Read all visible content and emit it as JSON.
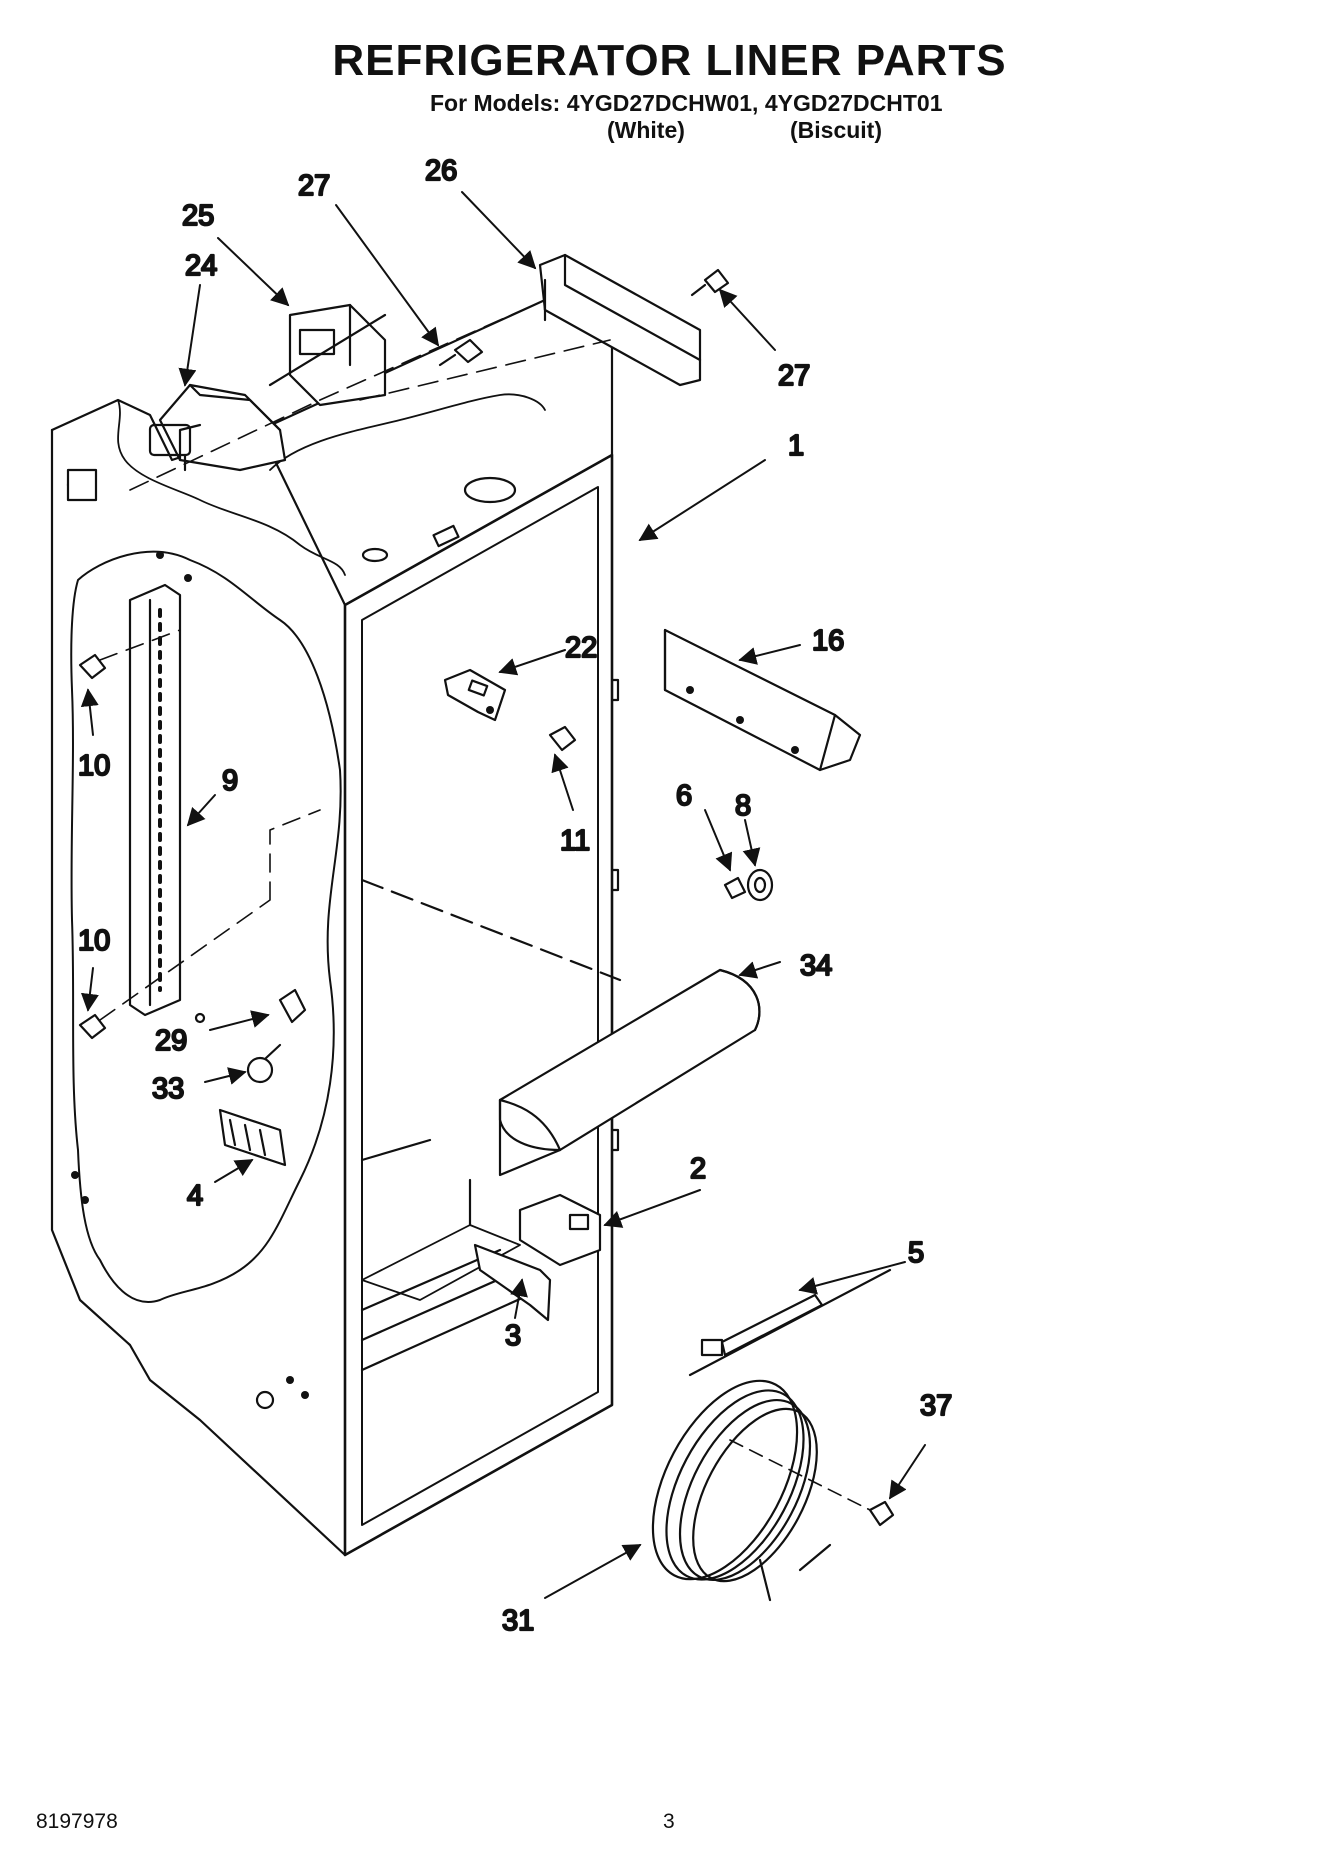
{
  "header": {
    "title": "REFRIGERATOR LINER PARTS",
    "models_line": "For Models: 4YGD27DCHW01, 4YGD27DCHT01",
    "variant_white": "(White)",
    "variant_biscuit": "(Biscuit)"
  },
  "callouts": [
    {
      "id": "c27a",
      "label": "27"
    },
    {
      "id": "c26",
      "label": "26"
    },
    {
      "id": "c25",
      "label": "25"
    },
    {
      "id": "c24",
      "label": "24"
    },
    {
      "id": "c27b",
      "label": "27"
    },
    {
      "id": "c1",
      "label": "1"
    },
    {
      "id": "c22",
      "label": "22"
    },
    {
      "id": "c16",
      "label": "16"
    },
    {
      "id": "c10a",
      "label": "10"
    },
    {
      "id": "c9",
      "label": "9"
    },
    {
      "id": "c11",
      "label": "11"
    },
    {
      "id": "c6",
      "label": "6"
    },
    {
      "id": "c8",
      "label": "8"
    },
    {
      "id": "c10b",
      "label": "10"
    },
    {
      "id": "c34",
      "label": "34"
    },
    {
      "id": "c29",
      "label": "29"
    },
    {
      "id": "c33",
      "label": "33"
    },
    {
      "id": "c2",
      "label": "2"
    },
    {
      "id": "c4",
      "label": "4"
    },
    {
      "id": "c5",
      "label": "5"
    },
    {
      "id": "c3",
      "label": "3"
    },
    {
      "id": "c37",
      "label": "37"
    },
    {
      "id": "c31",
      "label": "31"
    }
  ],
  "footer": {
    "doc_number": "8197978",
    "page_number": "3"
  }
}
